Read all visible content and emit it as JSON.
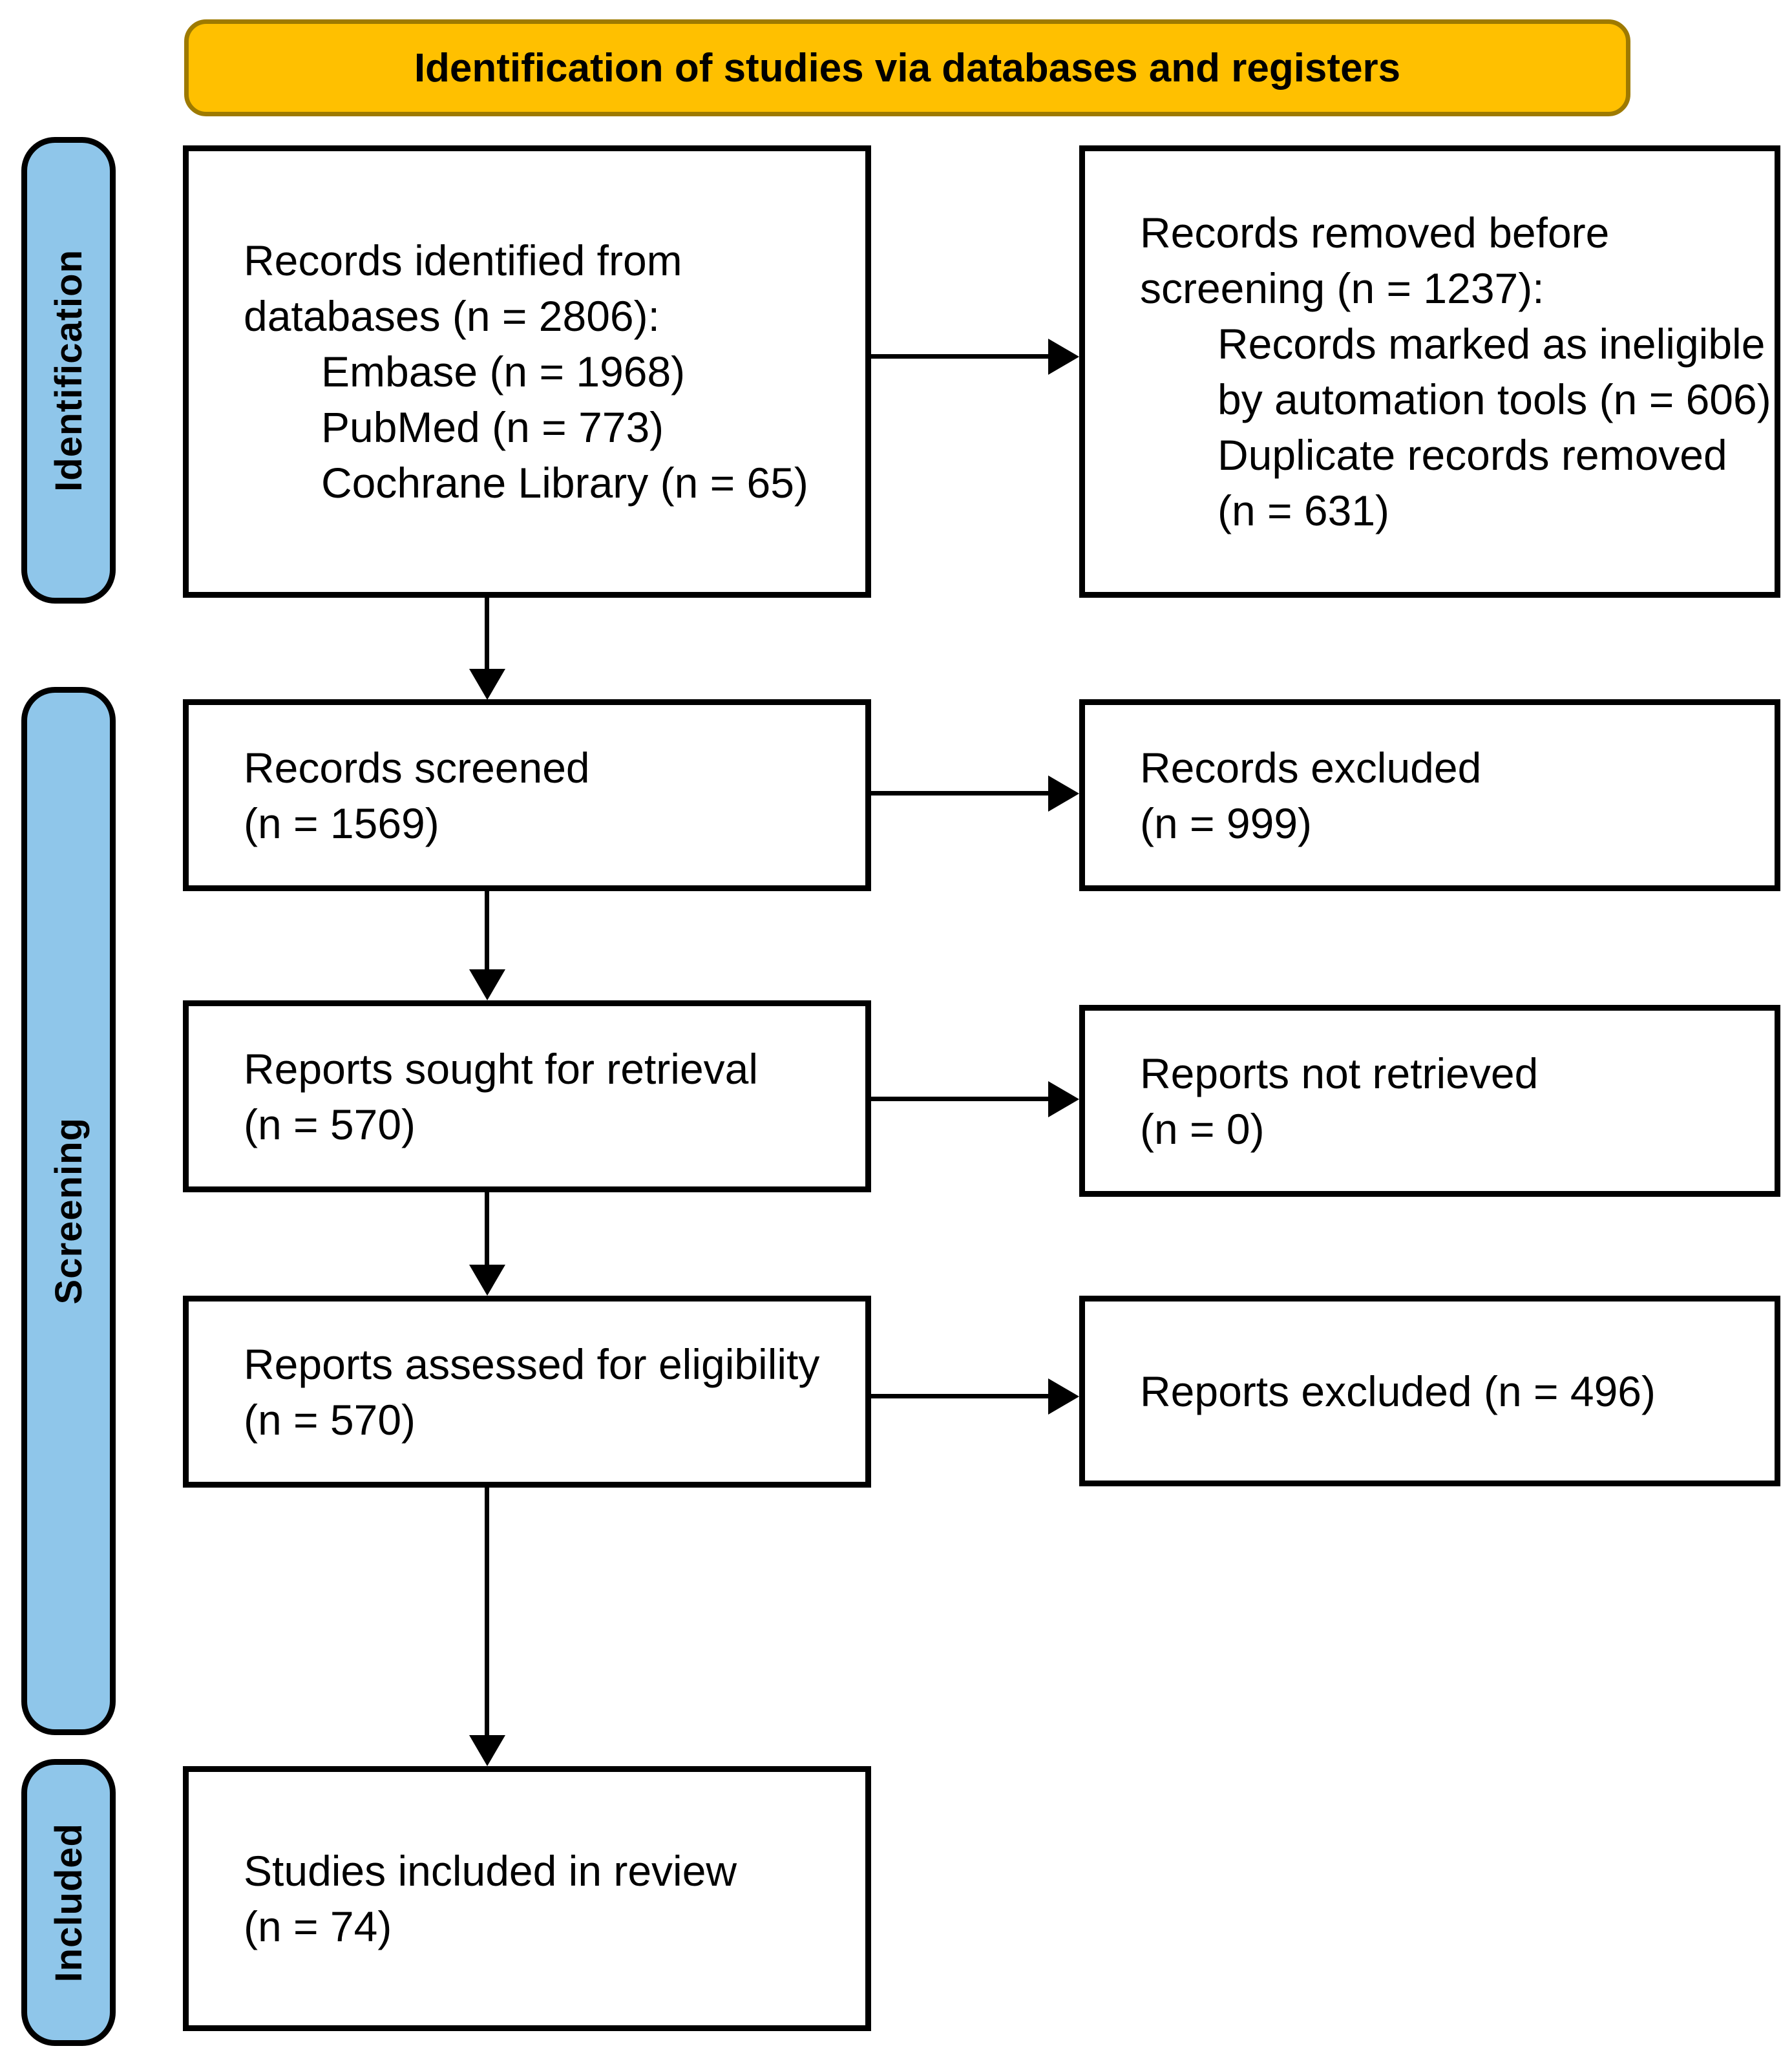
{
  "title_banner": {
    "label": "Identification of studies via databases and registers",
    "bg_color": "#FFC000",
    "border_color": "#9E7A00"
  },
  "stage_style": {
    "bg_color": "#8FC6EA",
    "border_color": "#000000"
  },
  "stages": [
    {
      "label": "Identification"
    },
    {
      "label": "Screening"
    },
    {
      "label": "Included"
    }
  ],
  "boxes": {
    "records_identified": {
      "lines": [
        "Records identified from",
        "databases (n = 2806):"
      ],
      "sub_lines": [
        "Embase (n = 1968)",
        "PubMed (n = 773)",
        "Cochrane Library (n = 65)"
      ]
    },
    "records_removed": {
      "lines": [
        "Records removed before",
        "screening (n = 1237):"
      ],
      "sub_lines": [
        "Records marked as ineligible",
        "by automation tools (n = 606)",
        "Duplicate records removed",
        "(n = 631)"
      ]
    },
    "records_screened": {
      "lines": [
        "Records screened",
        "(n = 1569)"
      ]
    },
    "records_excluded": {
      "lines": [
        "Records excluded",
        "(n = 999)"
      ]
    },
    "reports_sought": {
      "lines": [
        "Reports sought for retrieval",
        "(n = 570)"
      ]
    },
    "reports_not_retrieved": {
      "lines": [
        "Reports not retrieved",
        "(n = 0)"
      ]
    },
    "reports_assessed": {
      "lines": [
        "Reports assessed for eligibility",
        "(n = 570)"
      ]
    },
    "reports_excluded": {
      "lines": [
        "Reports excluded (n = 496)"
      ]
    },
    "studies_included": {
      "lines": [
        "Studies included in review",
        "(n = 74)"
      ]
    }
  }
}
